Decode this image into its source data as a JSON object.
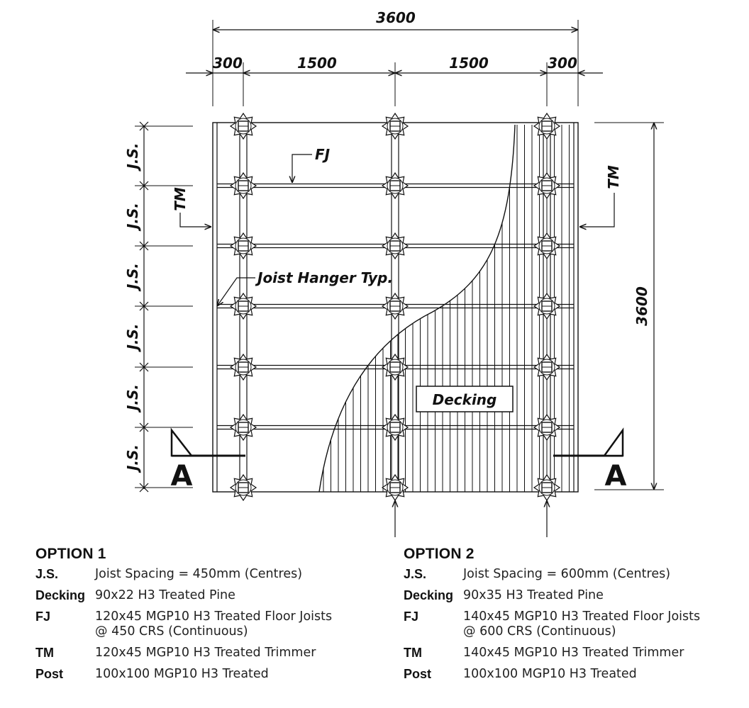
{
  "dimensions": {
    "total_width": "3600",
    "total_height": "3600",
    "left_overhang": "300",
    "bay_1": "1500",
    "bay_2": "1500",
    "right_overhang": "300"
  },
  "labels": {
    "joist_spacing": "J.S.",
    "floor_joist": "FJ",
    "trimmer": "TM",
    "joist_hanger": "Joist Hanger Typ.",
    "decking": "Decking",
    "section": "A"
  },
  "options": [
    {
      "title": "OPTION 1",
      "rows": [
        {
          "key": "J.S.",
          "lines": [
            "Joist Spacing = 450mm (Centres)"
          ]
        },
        {
          "key": "Decking",
          "lines": [
            "90x22 H3 Treated Pine"
          ]
        },
        {
          "key": "FJ",
          "lines": [
            "120x45 MGP10 H3 Treated Floor Joists",
            "@ 450 CRS (Continuous)"
          ]
        },
        {
          "key": "TM",
          "lines": [
            "120x45 MGP10 H3 Treated Trimmer"
          ]
        },
        {
          "key": "Post",
          "lines": [
            "100x100 MGP10 H3 Treated"
          ]
        }
      ]
    },
    {
      "title": "OPTION 2",
      "rows": [
        {
          "key": "J.S.",
          "lines": [
            "Joist Spacing = 600mm (Centres)"
          ]
        },
        {
          "key": "Decking",
          "lines": [
            "90x35 H3 Treated Pine"
          ]
        },
        {
          "key": "FJ",
          "lines": [
            "140x45 MGP10 H3 Treated Floor Joists",
            "@ 600 CRS (Continuous)"
          ]
        },
        {
          "key": "TM",
          "lines": [
            "140x45 MGP10 H3 Treated Trimmer"
          ]
        },
        {
          "key": "Post",
          "lines": [
            "100x100 MGP10 H3 Treated"
          ]
        }
      ]
    }
  ]
}
